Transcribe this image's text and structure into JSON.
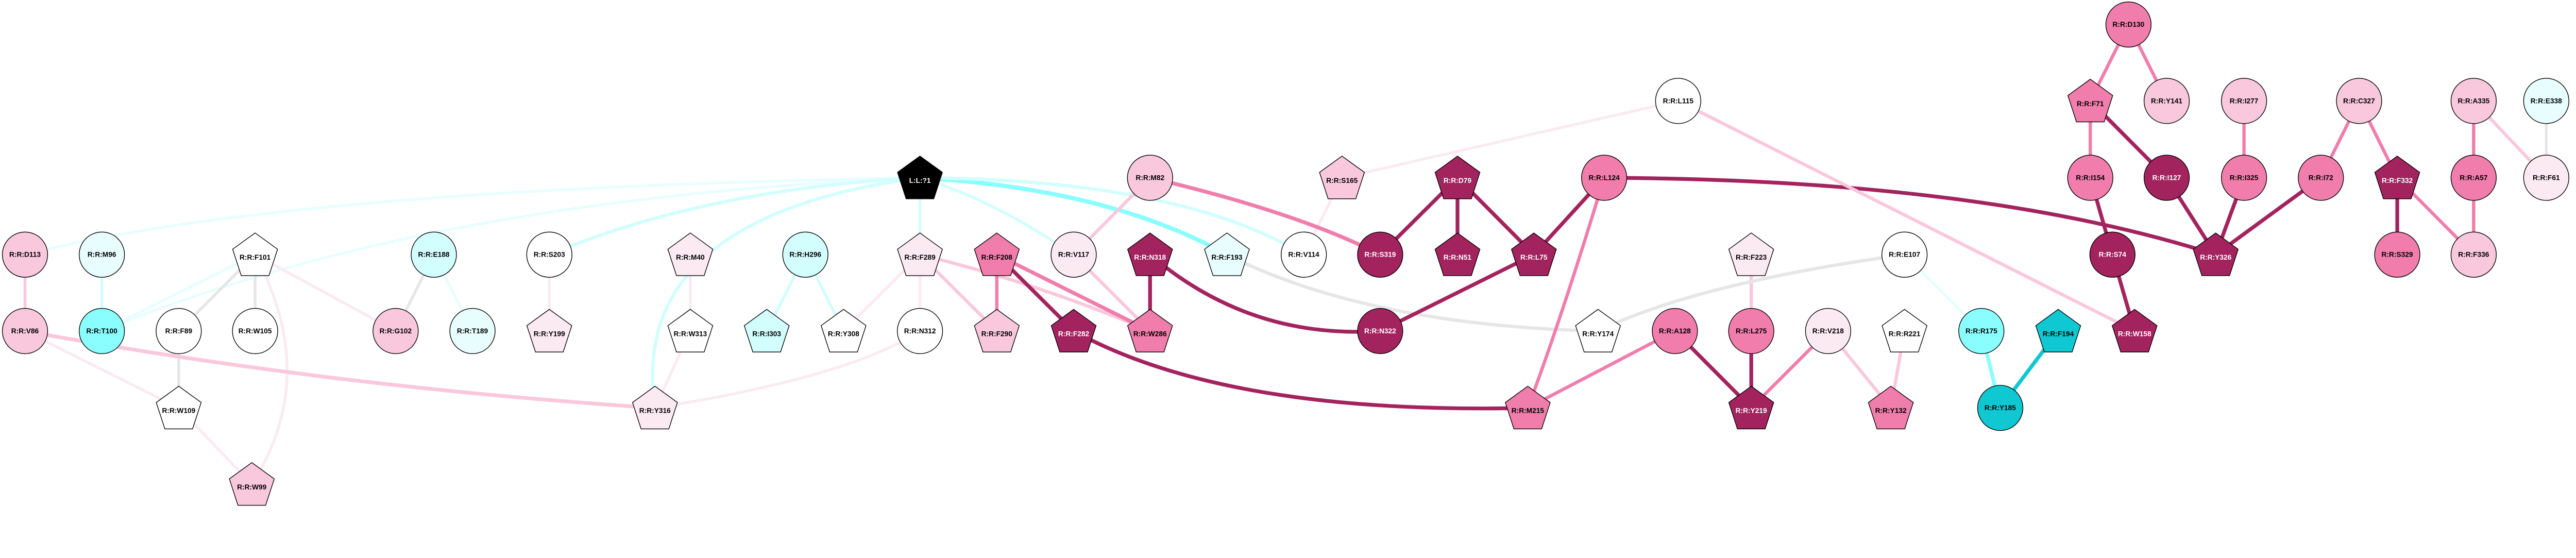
{
  "palette": {
    "dark": "#a3235f",
    "mid": "#f07dab",
    "light": "#f9c8dc",
    "pale": "#fbeaf2",
    "white": "#ffffff",
    "palecyan": "#e8fefe",
    "lightcyan": "#d2fefe",
    "cyan": "#8afefe",
    "teal": "#10c8d2",
    "gray": "#e6e6e6",
    "ligand": "#000000"
  },
  "nodes": [
    {
      "id": "L1",
      "label": "L:L:?1",
      "shape": "pentagon",
      "fill": "ligand"
    },
    {
      "id": "D113",
      "label": "R:R:D113",
      "shape": "circle",
      "fill": "light"
    },
    {
      "id": "M96",
      "label": "R:R:M96",
      "shape": "circle",
      "fill": "palecyan"
    },
    {
      "id": "F101",
      "label": "R:R:F101",
      "shape": "pentagon",
      "fill": "white"
    },
    {
      "id": "E188",
      "label": "R:R:E188",
      "shape": "circle",
      "fill": "lightcyan"
    },
    {
      "id": "V86",
      "label": "R:R:V86",
      "shape": "circle",
      "fill": "light"
    },
    {
      "id": "T100",
      "label": "R:R:T100",
      "shape": "circle",
      "fill": "cyan"
    },
    {
      "id": "F89",
      "label": "R:R:F89",
      "shape": "circle",
      "fill": "white"
    },
    {
      "id": "W105",
      "label": "R:R:W105",
      "shape": "circle",
      "fill": "white"
    },
    {
      "id": "G102",
      "label": "R:R:G102",
      "shape": "circle",
      "fill": "light"
    },
    {
      "id": "T189",
      "label": "R:R:T189",
      "shape": "circle",
      "fill": "palecyan"
    },
    {
      "id": "W109",
      "label": "R:R:W109",
      "shape": "pentagon",
      "fill": "white"
    },
    {
      "id": "W99",
      "label": "R:R:W99",
      "shape": "pentagon",
      "fill": "light"
    },
    {
      "id": "S203",
      "label": "R:R:S203",
      "shape": "circle",
      "fill": "white"
    },
    {
      "id": "M40",
      "label": "R:R:M40",
      "shape": "pentagon",
      "fill": "pale"
    },
    {
      "id": "H296",
      "label": "R:R:H296",
      "shape": "circle",
      "fill": "lightcyan"
    },
    {
      "id": "F289",
      "label": "R:R:F289",
      "shape": "pentagon",
      "fill": "pale"
    },
    {
      "id": "Y199",
      "label": "R:R:Y199",
      "shape": "pentagon",
      "fill": "pale"
    },
    {
      "id": "W313",
      "label": "R:R:W313",
      "shape": "pentagon",
      "fill": "white"
    },
    {
      "id": "I303",
      "label": "R:R:I303",
      "shape": "pentagon",
      "fill": "lightcyan"
    },
    {
      "id": "Y308",
      "label": "R:R:Y308",
      "shape": "pentagon",
      "fill": "white"
    },
    {
      "id": "N312",
      "label": "R:R:N312",
      "shape": "circle",
      "fill": "white"
    },
    {
      "id": "Y316",
      "label": "R:R:Y316",
      "shape": "pentagon",
      "fill": "pale"
    },
    {
      "id": "M82",
      "label": "R:R:M82",
      "shape": "circle",
      "fill": "light"
    },
    {
      "id": "S165",
      "label": "R:R:S165",
      "shape": "pentagon",
      "fill": "light"
    },
    {
      "id": "F208",
      "label": "R:R:F208",
      "shape": "pentagon",
      "fill": "mid"
    },
    {
      "id": "V117",
      "label": "R:R:V117",
      "shape": "circle",
      "fill": "pale"
    },
    {
      "id": "N318",
      "label": "R:R:N318",
      "shape": "pentagon",
      "fill": "dark"
    },
    {
      "id": "F193",
      "label": "R:R:F193",
      "shape": "pentagon",
      "fill": "palecyan"
    },
    {
      "id": "V114",
      "label": "R:R:V114",
      "shape": "circle",
      "fill": "white"
    },
    {
      "id": "S319",
      "label": "R:R:S319",
      "shape": "circle",
      "fill": "dark"
    },
    {
      "id": "F290",
      "label": "R:R:F290",
      "shape": "pentagon",
      "fill": "light"
    },
    {
      "id": "F282",
      "label": "R:R:F282",
      "shape": "pentagon",
      "fill": "dark"
    },
    {
      "id": "W286",
      "label": "R:R:W286",
      "shape": "pentagon",
      "fill": "mid"
    },
    {
      "id": "N322",
      "label": "R:R:N322",
      "shape": "circle",
      "fill": "dark"
    },
    {
      "id": "L115",
      "label": "R:R:L115",
      "shape": "circle",
      "fill": "white"
    },
    {
      "id": "D79",
      "label": "R:R:D79",
      "shape": "pentagon",
      "fill": "dark"
    },
    {
      "id": "L124",
      "label": "R:R:L124",
      "shape": "circle",
      "fill": "mid"
    },
    {
      "id": "N51",
      "label": "R:R:N51",
      "shape": "pentagon",
      "fill": "dark"
    },
    {
      "id": "L75",
      "label": "R:R:L75",
      "shape": "pentagon",
      "fill": "dark"
    },
    {
      "id": "F223",
      "label": "R:R:F223",
      "shape": "pentagon",
      "fill": "pale"
    },
    {
      "id": "E107",
      "label": "R:R:E107",
      "shape": "circle",
      "fill": "white"
    },
    {
      "id": "Y174",
      "label": "R:R:Y174",
      "shape": "pentagon",
      "fill": "white"
    },
    {
      "id": "A128",
      "label": "R:R:A128",
      "shape": "circle",
      "fill": "mid"
    },
    {
      "id": "L275",
      "label": "R:R:L275",
      "shape": "circle",
      "fill": "mid"
    },
    {
      "id": "V218",
      "label": "R:R:V218",
      "shape": "circle",
      "fill": "pale"
    },
    {
      "id": "R221",
      "label": "R:R:R221",
      "shape": "pentagon",
      "fill": "white"
    },
    {
      "id": "M215",
      "label": "R:R:M215",
      "shape": "pentagon",
      "fill": "mid"
    },
    {
      "id": "Y219",
      "label": "R:R:Y219",
      "shape": "pentagon",
      "fill": "dark"
    },
    {
      "id": "Y132",
      "label": "R:R:Y132",
      "shape": "pentagon",
      "fill": "mid"
    },
    {
      "id": "D130",
      "label": "R:R:D130",
      "shape": "circle",
      "fill": "mid"
    },
    {
      "id": "F71",
      "label": "R:R:F71",
      "shape": "pentagon",
      "fill": "mid"
    },
    {
      "id": "Y141",
      "label": "R:R:Y141",
      "shape": "circle",
      "fill": "light"
    },
    {
      "id": "I277",
      "label": "R:R:I277",
      "shape": "circle",
      "fill": "light"
    },
    {
      "id": "C327",
      "label": "R:R:C327",
      "shape": "circle",
      "fill": "light"
    },
    {
      "id": "A335",
      "label": "R:R:A335",
      "shape": "circle",
      "fill": "light"
    },
    {
      "id": "E338",
      "label": "R:R:E338",
      "shape": "circle",
      "fill": "palecyan"
    },
    {
      "id": "I154",
      "label": "R:R:I154",
      "shape": "circle",
      "fill": "mid"
    },
    {
      "id": "I127",
      "label": "R:R:I127",
      "shape": "circle",
      "fill": "dark"
    },
    {
      "id": "I325",
      "label": "R:R:I325",
      "shape": "circle",
      "fill": "mid"
    },
    {
      "id": "I72",
      "label": "R:R:I72",
      "shape": "circle",
      "fill": "mid"
    },
    {
      "id": "F332",
      "label": "R:R:F332",
      "shape": "pentagon",
      "fill": "dark"
    },
    {
      "id": "A57",
      "label": "R:R:A57",
      "shape": "circle",
      "fill": "mid"
    },
    {
      "id": "F61",
      "label": "R:R:F61",
      "shape": "circle",
      "fill": "pale"
    },
    {
      "id": "S74",
      "label": "R:R:S74",
      "shape": "circle",
      "fill": "dark"
    },
    {
      "id": "Y326",
      "label": "R:R:Y326",
      "shape": "pentagon",
      "fill": "dark"
    },
    {
      "id": "S329",
      "label": "R:R:S329",
      "shape": "circle",
      "fill": "mid"
    },
    {
      "id": "F336",
      "label": "R:R:F336",
      "shape": "circle",
      "fill": "light"
    },
    {
      "id": "R175",
      "label": "R:R:R175",
      "shape": "circle",
      "fill": "cyan"
    },
    {
      "id": "F194",
      "label": "R:R:F194",
      "shape": "pentagon",
      "fill": "teal"
    },
    {
      "id": "W158",
      "label": "R:R:W158",
      "shape": "pentagon",
      "fill": "dark"
    },
    {
      "id": "Y185",
      "label": "R:R:Y185",
      "shape": "circle",
      "fill": "teal"
    }
  ],
  "edges": [
    [
      "L1",
      "D113",
      "palecyan",
      6
    ],
    [
      "L1",
      "T100",
      "palecyan",
      6
    ],
    [
      "L1",
      "S203",
      "lightcyan",
      7
    ],
    [
      "L1",
      "Y316",
      "lightcyan",
      7
    ],
    [
      "L1",
      "F289",
      "lightcyan",
      6
    ],
    [
      "L1",
      "F193",
      "cyan",
      9
    ],
    [
      "L1",
      "V117",
      "lightcyan",
      6
    ],
    [
      "L1",
      "V114",
      "lightcyan",
      7
    ],
    [
      "D113",
      "V86",
      "light",
      6
    ],
    [
      "M96",
      "T100",
      "lightcyan",
      6
    ],
    [
      "F101",
      "T100",
      "palecyan",
      6
    ],
    [
      "F101",
      "F89",
      "gray",
      6
    ],
    [
      "F101",
      "W105",
      "gray",
      6
    ],
    [
      "F101",
      "G102",
      "pale",
      6
    ],
    [
      "F101",
      "W99",
      "pale",
      6
    ],
    [
      "E188",
      "G102",
      "gray",
      6
    ],
    [
      "E188",
      "T189",
      "palecyan",
      6
    ],
    [
      "F89",
      "W109",
      "gray",
      6
    ],
    [
      "V86",
      "W109",
      "pale",
      6
    ],
    [
      "V86",
      "Y316",
      "light",
      8
    ],
    [
      "W109",
      "W99",
      "pale",
      6
    ],
    [
      "S203",
      "Y199",
      "pale",
      6
    ],
    [
      "M40",
      "W313",
      "pale",
      6
    ],
    [
      "W313",
      "Y316",
      "pale",
      6
    ],
    [
      "H296",
      "I303",
      "lightcyan",
      6
    ],
    [
      "H296",
      "Y308",
      "lightcyan",
      6
    ],
    [
      "F289",
      "Y308",
      "pale",
      6
    ],
    [
      "F289",
      "N312",
      "pale",
      6
    ],
    [
      "F289",
      "F290",
      "light",
      7
    ],
    [
      "F289",
      "W286",
      "light",
      7
    ],
    [
      "N312",
      "Y316",
      "pale",
      6
    ],
    [
      "F208",
      "F290",
      "mid",
      7
    ],
    [
      "F208",
      "F282",
      "dark",
      8
    ],
    [
      "F208",
      "W286",
      "mid",
      8
    ],
    [
      "V117",
      "M82",
      "light",
      7
    ],
    [
      "V117",
      "W286",
      "light",
      7
    ],
    [
      "N318",
      "W286",
      "dark",
      8
    ],
    [
      "N318",
      "N322",
      "dark",
      8
    ],
    [
      "F193",
      "Y174",
      "gray",
      7
    ],
    [
      "S165",
      "V114",
      "pale",
      6
    ],
    [
      "S165",
      "L115",
      "pale",
      6
    ],
    [
      "M82",
      "S319",
      "mid",
      8
    ],
    [
      "S319",
      "D79",
      "dark",
      8
    ],
    [
      "D79",
      "N51",
      "dark",
      8
    ],
    [
      "D79",
      "L75",
      "dark",
      8
    ],
    [
      "L75",
      "L124",
      "dark",
      8
    ],
    [
      "L75",
      "N322",
      "dark",
      8
    ],
    [
      "L124",
      "M215",
      "mid",
      7
    ],
    [
      "L124",
      "Y326",
      "dark",
      8
    ],
    [
      "F282",
      "M215",
      "dark",
      8
    ],
    [
      "M215",
      "A128",
      "mid",
      7
    ],
    [
      "A128",
      "Y219",
      "dark",
      8
    ],
    [
      "L275",
      "Y219",
      "dark",
      8
    ],
    [
      "F223",
      "L275",
      "light",
      7
    ],
    [
      "V218",
      "Y219",
      "mid",
      7
    ],
    [
      "V218",
      "Y132",
      "light",
      7
    ],
    [
      "R221",
      "Y132",
      "light",
      7
    ],
    [
      "Y174",
      "E107",
      "gray",
      7
    ],
    [
      "E107",
      "R175",
      "palecyan",
      6
    ],
    [
      "R175",
      "Y185",
      "cyan",
      8
    ],
    [
      "F194",
      "Y185",
      "teal",
      8
    ],
    [
      "L115",
      "W158",
      "light",
      7
    ],
    [
      "S74",
      "W158",
      "dark",
      8
    ],
    [
      "I154",
      "S74",
      "dark",
      8
    ],
    [
      "F71",
      "I154",
      "mid",
      7
    ],
    [
      "F71",
      "I127",
      "dark",
      8
    ],
    [
      "D130",
      "F71",
      "mid",
      7
    ],
    [
      "D130",
      "Y141",
      "mid",
      7
    ],
    [
      "I127",
      "Y326",
      "dark",
      8
    ],
    [
      "I325",
      "Y326",
      "dark",
      8
    ],
    [
      "I72",
      "Y326",
      "dark",
      8
    ],
    [
      "I277",
      "I325",
      "mid",
      7
    ],
    [
      "C327",
      "I72",
      "mid",
      7
    ],
    [
      "C327",
      "F332",
      "mid",
      7
    ],
    [
      "F332",
      "S329",
      "dark",
      8
    ],
    [
      "F332",
      "F336",
      "mid",
      7
    ],
    [
      "A335",
      "A57",
      "mid",
      7
    ],
    [
      "A335",
      "F61",
      "light",
      7
    ],
    [
      "A57",
      "F336",
      "mid",
      7
    ],
    [
      "E338",
      "F61",
      "gray",
      6
    ]
  ]
}
